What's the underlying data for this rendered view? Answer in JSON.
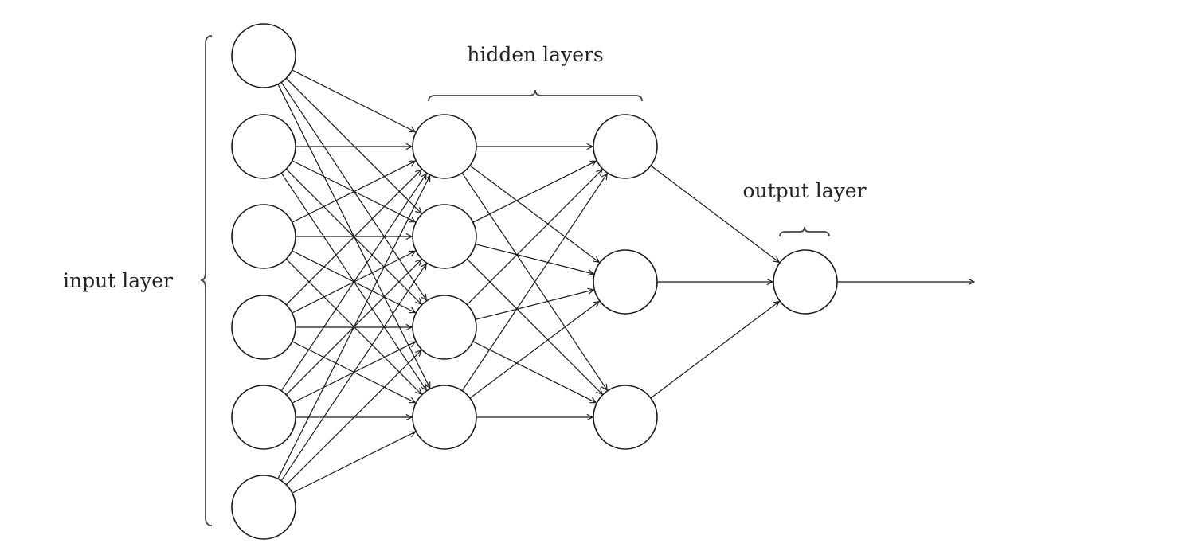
{
  "labels": {
    "input": "input layer",
    "hidden": "hidden layers",
    "output": "output layer"
  },
  "network": {
    "layers": [
      {
        "name": "input",
        "neurons": 6
      },
      {
        "name": "hidden-1",
        "neurons": 4
      },
      {
        "name": "hidden-2",
        "neurons": 3
      },
      {
        "name": "output",
        "neurons": 1
      }
    ],
    "connectivity": "fully-connected",
    "final_output_arrow": true
  },
  "colors": {
    "stroke": "#1a1a1a",
    "background": "#ffffff"
  }
}
